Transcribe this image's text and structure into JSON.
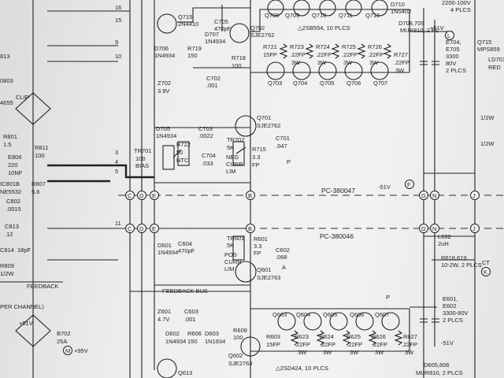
{
  "parts": {
    "q715": "Q715",
    "q715_type": "2N4410",
    "q702": "Q702",
    "q702_type": "SJE2762",
    "q701": "Q701",
    "q701_type": "SJE2762",
    "q601": "Q601",
    "q601_type": "SJE2763",
    "q602": "Q602",
    "q602_type": "SJE2763",
    "q613": "Q613",
    "c705": "C705",
    "c705_val": "470pF",
    "d707": "D707",
    "d707_type": "1N4934",
    "d706": "D706",
    "d706_type": "1N4934",
    "r719": "R719",
    "r719_val": "150",
    "r718": "R718",
    "r718_val": "100",
    "r721": "R721",
    "r721_val": "15FP",
    "r723": "R723",
    "r724": "R724",
    "r725": "R725",
    "r726": "R726",
    "r727": "R727",
    "r_out_val": ".22FP",
    "r_out_w": "3W",
    "q703": "Q703",
    "q704": "Q704",
    "q705": "Q705",
    "q706": "Q706",
    "q707": "Q707",
    "q708": "Q708",
    "q709": "Q709",
    "q710": "Q710",
    "q711": "Q711",
    "q712": "Q712",
    "d710": "D710",
    "d710_type": "1N5402",
    "upper_note": "△2SB554, 10 PLCS",
    "d708": "D708,709",
    "d708_type": "MUR810, 2 PL",
    "v51p": "+51V",
    "v51n": "-51V",
    "e704": "E704,",
    "e705": "E705",
    "e705_val": "3300",
    "e705_v": "80V",
    "e705_n": "2 PLCS",
    "z702": "Z702",
    "z702_val": "3.9V",
    "c702": "C702",
    "c702_val": ".001",
    "d705": "D705",
    "d705_type": "1N4934",
    "c703": "C703",
    "c703_val": ".0022",
    "tr702": "TR702",
    "tr702_val": "5K",
    "tr702_l1": "NEG",
    "tr702_l2": "CURR",
    "tr702_l3": "LIM",
    "r715": "R715",
    "r715_val": "3.3",
    "r715_fp": "FP",
    "c701": "C701",
    "c701_val": ".047",
    "tr701": "TR701",
    "tr701_val": "100",
    "tr701_bias": "BIAS",
    "r722": "R722",
    "r722_val": "50",
    "r722_ntc": "NTC",
    "c704": "C704",
    "c704_val": ".033",
    "pc380047": "PC-380047",
    "pc380046": "PC-380046",
    "d601": "D601",
    "d601_type": "1N4934",
    "c604": "C604",
    "c604_val": "470pF",
    "tr601": "TR601",
    "tr601_val": "5K",
    "tr601_l1": "POS",
    "tr601_l2": "CURR",
    "tr601_l3": "LIM",
    "r601": "R601",
    "r601_val": "3.3",
    "r601_fp": "FP",
    "c602": "C602",
    "c602_val": ".068",
    "feedback_bus": "FEEDBACK BUS",
    "feedback": "FEEDBACK",
    "z601": "Z601",
    "z601_val": "4.7V",
    "c603": "C603",
    "c603_val": ".001",
    "d602": "D602",
    "d602_type": "1N4934",
    "r606": "R606",
    "r606_val": "150",
    "d603": "D603",
    "d603_type": "1N1934",
    "r608": "R608",
    "r608_val": "100",
    "r603": "R603",
    "r603_val": "15FP",
    "q603": "Q603",
    "q604": "Q604",
    "q605": "Q605",
    "q606": "Q606",
    "q607": "Q607",
    "r623": "R623",
    "r624": "R624",
    "r625": "R625",
    "r626": "R626",
    "r627": "R627",
    "lower_note": "△2SD424, 10 PLCS",
    "d605": "D605,606",
    "d605_type": "MUR810, 2 PLCS",
    "e601": "E601,",
    "e602": "E602",
    "e602_val": "3300-80V",
    "e602_n": "2 PLCS",
    "l602": "L602",
    "l602_val": "2uH",
    "r618": "R618,619",
    "r618_val": "10-2W, 2 PLCS",
    "ct": "CT",
    "v95": "+95V",
    "v51_left": "+51V",
    "b702": "B702",
    "b702_val": "25A",
    "top_right": "2200-100V",
    "top_right2": "4 PLCS",
    "q_right": "Q715",
    "mps": "MPS859",
    "ld701": "LD701",
    "red": "RED",
    "per_channel": "PER CHANNEL)",
    "ic801": "IC801B",
    "ic801_type": "NE5532",
    "r811": "R811",
    "r811_val": "100",
    "e806": "E806",
    "e806_val": "220",
    "e806_v": "10NF",
    "r807": "R807",
    "r807_val": "5.6",
    "c802": "C802",
    "c802_val": ".0015",
    "c813": "C813",
    "c813_val": ".12",
    "c814": "C814",
    "c814_val": "18pF",
    "r809": "R809",
    "r809_val": "1/2W",
    "clip": "CLIP",
    "r801": "R801",
    "r801_val": "1.5",
    "b813": "813",
    "r0803": "0803",
    "b4655": "4655",
    "right_vals": [
      "1/2W",
      "1/2W"
    ],
    "term_nums": [
      "3",
      "4",
      "5",
      "11",
      "10",
      "9",
      "16",
      "15"
    ],
    "nodes_c": "C",
    "nodes_d": "D",
    "nodes_e": "E",
    "nodes_b": "B",
    "nodes_f": "F",
    "nodes_g": "G",
    "nodes_n": "N",
    "nodes_j": "J",
    "nodes_l": "L",
    "nodes_k": "K",
    "nodes_m": "M",
    "nodes_p": "P",
    "nodes_a": "A"
  }
}
